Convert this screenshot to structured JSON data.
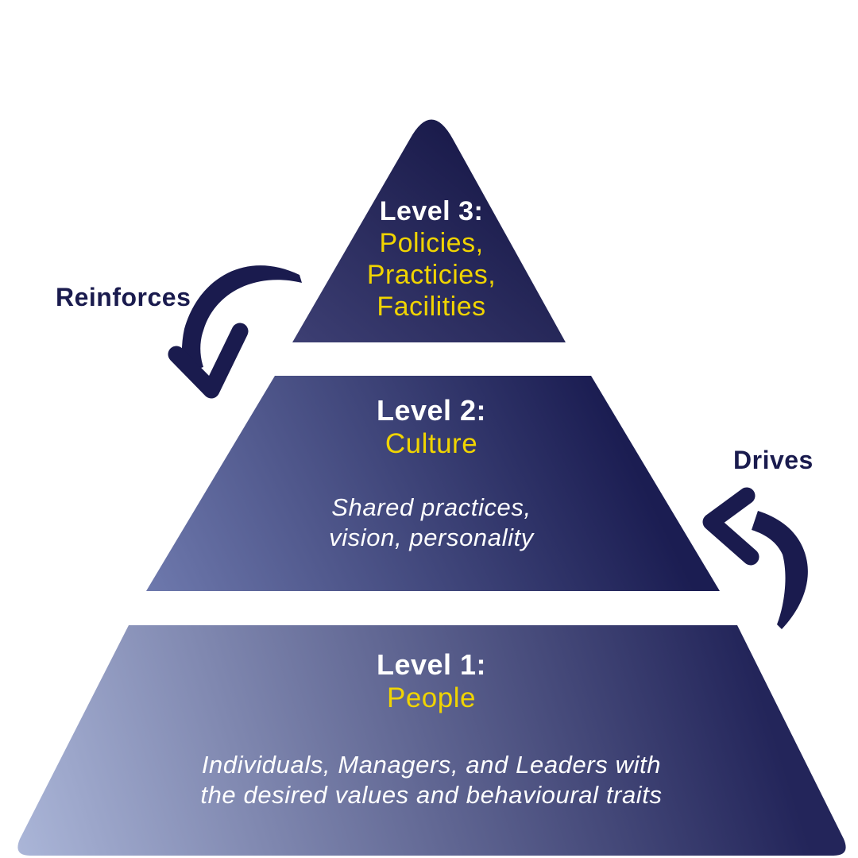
{
  "labels": {
    "reinforces": "Reinforces",
    "drives": "Drives"
  },
  "pyramid": {
    "levels": [
      {
        "id": "level-3",
        "title": "Level 3:",
        "highlight": "Policies,\nPracticies,\nFacilities",
        "description": ""
      },
      {
        "id": "level-2",
        "title": "Level 2:",
        "highlight": "Culture",
        "description": "Shared practices,\nvision, personality"
      },
      {
        "id": "level-1",
        "title": "Level 1:",
        "highlight": "People",
        "description": "Individuals, Managers, and Leaders with\nthe desired values and behavioural traits"
      }
    ]
  },
  "colors": {
    "accent_yellow": "#F0D400",
    "navy": "#1A1B4E",
    "text_white": "#FFFFFF",
    "grad_l1_light": "#ABB6D8",
    "grad_l1_dark": "#23255A",
    "grad_l2_light": "#6E79AD",
    "grad_l2_dark": "#1B1D52",
    "grad_l3_light": "#3C3E72",
    "grad_l3_dark": "#191A4A"
  }
}
